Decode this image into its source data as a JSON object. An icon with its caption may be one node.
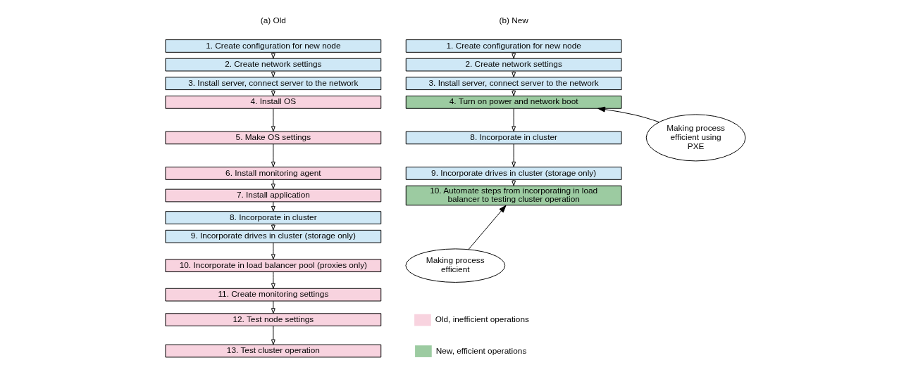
{
  "diagram": {
    "nodes": [
      {
        "text": [
          "1. Create configuration for new node"
        ]
      },
      {
        "text": [
          "2. Create network settings"
        ]
      },
      {
        "text": [
          "3. Install server, connect server to the network"
        ]
      },
      {
        "text": [
          "4. Install OS"
        ]
      },
      {
        "text": [
          "5. Make OS settings"
        ]
      },
      {
        "text": [
          "6. Install monitoring agent"
        ]
      },
      {
        "text": [
          "7. Install application"
        ]
      },
      {
        "text": [
          "8. Incorporate in cluster"
        ]
      },
      {
        "text": [
          "9. Incorporate drives in cluster (storage only)"
        ]
      },
      {
        "text": [
          "10. Incorporate in load balancer pool (proxies only)"
        ]
      },
      {
        "text": [
          "11. Create monitoring settings"
        ]
      },
      {
        "text": [
          "12. Test node settings"
        ]
      },
      {
        "text": [
          "13. Test cluster operation"
        ]
      },
      {
        "text": [
          "1. Create configuration for new node"
        ]
      },
      {
        "text": [
          "2. Create network settings"
        ]
      },
      {
        "text": [
          "3. Install server, connect server to the network"
        ]
      },
      {
        "text": [
          "4. Turn on power and network boot"
        ]
      },
      {
        "text": [
          "8. Incorporate in cluster"
        ]
      },
      {
        "text": [
          "9. Incorporate drives in cluster (storage only)"
        ]
      },
      {
        "text": [
          "10. Automate steps from incorporating in load balancer to testing cluster operation"
        ]
      },
      {
        "text": [
          "Making process efficient using PXE"
        ]
      },
      {
        "text": [
          "Making process efficient"
        ]
      }
    ],
    "edges": [
      {
        "from": 0,
        "to": 1,
        "arrow": "to"
      },
      {
        "from": 1,
        "to": 2,
        "arrow": "to"
      },
      {
        "from": 2,
        "to": 3,
        "arrow": "to"
      },
      {
        "from": 3,
        "to": 4,
        "arrow": "to"
      },
      {
        "from": 4,
        "to": 5,
        "arrow": "to"
      },
      {
        "from": 5,
        "to": 6,
        "arrow": "to"
      },
      {
        "from": 6,
        "to": 7,
        "arrow": "to"
      },
      {
        "from": 7,
        "to": 8,
        "arrow": "to"
      },
      {
        "from": 8,
        "to": 9,
        "arrow": "to"
      },
      {
        "from": 9,
        "to": 10,
        "arrow": "to"
      },
      {
        "from": 10,
        "to": 11,
        "arrow": "to"
      },
      {
        "from": 11,
        "to": 12,
        "arrow": "to"
      },
      {
        "from": 13,
        "to": 14,
        "arrow": "to"
      },
      {
        "from": 14,
        "to": 15,
        "arrow": "to"
      },
      {
        "from": 15,
        "to": 16,
        "arrow": "to"
      },
      {
        "from": 16,
        "to": 17,
        "arrow": "to"
      },
      {
        "from": 17,
        "to": 18,
        "arrow": "to"
      },
      {
        "from": 18,
        "to": 19,
        "arrow": "to"
      },
      {
        "from": 20,
        "to": 16,
        "arrow": "to"
      },
      {
        "from": 21,
        "to": 19,
        "arrow": "to"
      }
    ],
    "labels": [
      "(a) Old",
      "(b) New"
    ],
    "legend": [
      {
        "text": "Old, inefficient operations",
        "color": "#f8d3df"
      },
      {
        "text": "New, efficient operations",
        "color": "#9ccba1"
      }
    ]
  }
}
